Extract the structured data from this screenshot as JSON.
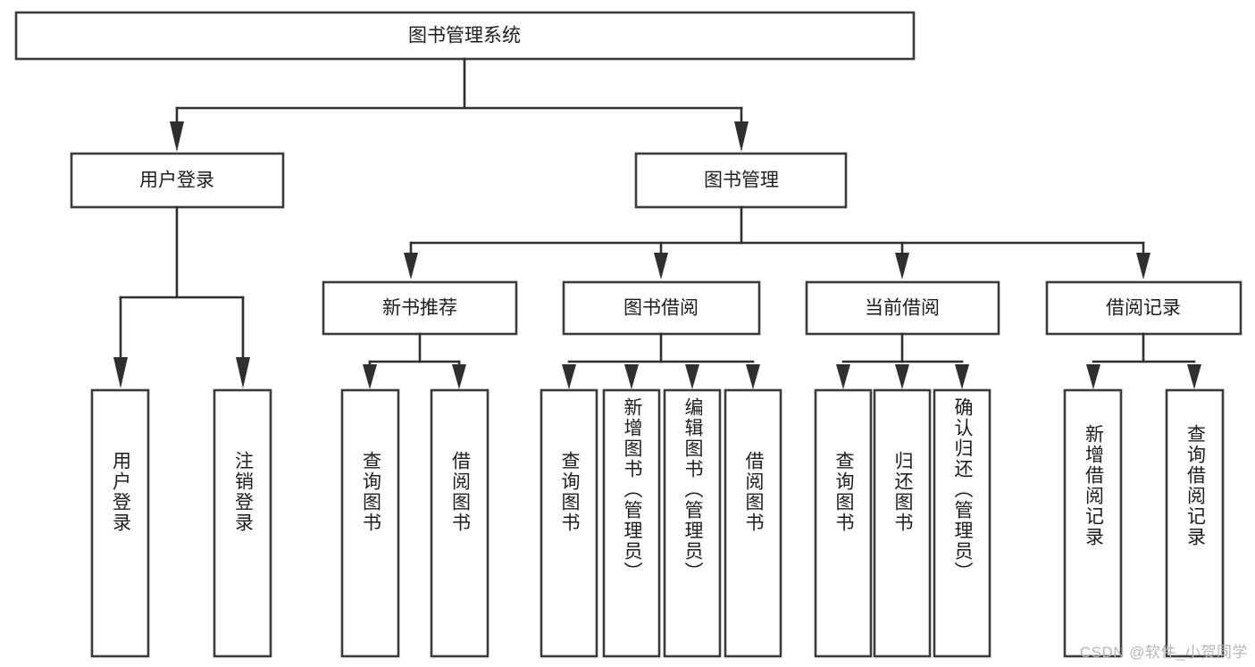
{
  "diagram": {
    "type": "tree-hierarchy-diagram",
    "title": "图书管理系统",
    "orientation": "top-down",
    "watermark": "CSDN @软件_小贺同学",
    "colors": {
      "box_stroke": "#3b3b3b",
      "box_fill": "#ffffff",
      "connector": "#2f2f2f",
      "text": "#1d1d1d",
      "background": "#ffffff",
      "watermark": "#b6b6b6"
    },
    "nodes": {
      "root": {
        "id": "root",
        "label": "图书管理系统",
        "level": 0,
        "orientation": "horizontal"
      },
      "level1": [
        {
          "id": "user-login",
          "label": "用户登录",
          "level": 1,
          "orientation": "horizontal"
        },
        {
          "id": "book-manage",
          "label": "图书管理",
          "level": 1,
          "orientation": "horizontal"
        }
      ],
      "level2": [
        {
          "id": "new-book-recommend",
          "label": "新书推荐",
          "level": 2,
          "orientation": "horizontal",
          "parent": "book-manage"
        },
        {
          "id": "book-borrow",
          "label": "图书借阅",
          "level": 2,
          "orientation": "horizontal",
          "parent": "book-manage"
        },
        {
          "id": "current-borrow",
          "label": "当前借阅",
          "level": 2,
          "orientation": "horizontal",
          "parent": "book-manage"
        },
        {
          "id": "borrow-record",
          "label": "借阅记录",
          "level": 2,
          "orientation": "horizontal",
          "parent": "book-manage"
        }
      ],
      "leaves": [
        {
          "id": "leaf-user-login",
          "label": "用户登录",
          "parent": "user-login",
          "orientation": "vertical"
        },
        {
          "id": "leaf-logout",
          "label": "注销登录",
          "parent": "user-login",
          "orientation": "vertical"
        },
        {
          "id": "leaf-query-book-1",
          "label": "查询图书",
          "parent": "new-book-recommend",
          "orientation": "vertical"
        },
        {
          "id": "leaf-borrow-book-1",
          "label": "借阅图书",
          "parent": "new-book-recommend",
          "orientation": "vertical"
        },
        {
          "id": "leaf-query-book-2",
          "label": "查询图书",
          "parent": "book-borrow",
          "orientation": "vertical"
        },
        {
          "id": "leaf-add-book",
          "label": "新增图书（管理员）",
          "parent": "book-borrow",
          "orientation": "vertical"
        },
        {
          "id": "leaf-edit-book",
          "label": "编辑图书（管理员）",
          "parent": "book-borrow",
          "orientation": "vertical"
        },
        {
          "id": "leaf-borrow-book-2",
          "label": "借阅图书",
          "parent": "book-borrow",
          "orientation": "vertical"
        },
        {
          "id": "leaf-query-book-3",
          "label": "查询图书",
          "parent": "current-borrow",
          "orientation": "vertical"
        },
        {
          "id": "leaf-return-book",
          "label": "归还图书",
          "parent": "current-borrow",
          "orientation": "vertical"
        },
        {
          "id": "leaf-confirm-return",
          "label": "确认归还（管理员）",
          "parent": "current-borrow",
          "orientation": "vertical"
        },
        {
          "id": "leaf-add-record",
          "label": "新增借阅记录",
          "parent": "borrow-record",
          "orientation": "vertical"
        },
        {
          "id": "leaf-query-record",
          "label": "查询借阅记录",
          "parent": "borrow-record",
          "orientation": "vertical"
        }
      ]
    }
  }
}
